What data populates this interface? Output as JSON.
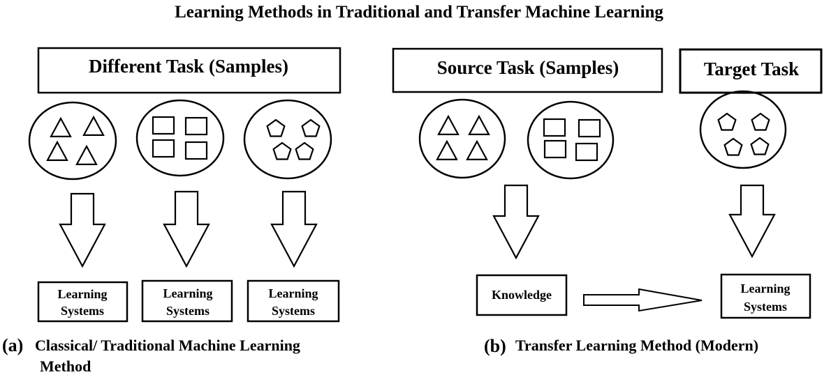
{
  "title": "Learning Methods in Traditional and Transfer Machine Learning",
  "panel_a": {
    "header": "Different Task (Samples)",
    "learning_boxes": [
      {
        "line1": "Learning",
        "line2": "Systems"
      },
      {
        "line1": "Learning",
        "line2": "Systems"
      },
      {
        "line1": "Learning",
        "line2": "Systems"
      }
    ],
    "caption_tag": "(a)",
    "caption_line1": "Classical/ Traditional Machine Learning",
    "caption_line2": "Method"
  },
  "panel_b": {
    "source_header": "Source Task (Samples)",
    "target_header": "Target Task",
    "knowledge_label": "Knowledge",
    "learning_box": {
      "line1": "Learning",
      "line2": "Systems"
    },
    "caption_tag": "(b)",
    "caption_text": "Transfer Learning Method (Modern)"
  },
  "icons": {
    "task_circle_shapes": [
      "triangle",
      "square",
      "pentagon",
      "triangle",
      "square",
      "pentagon"
    ],
    "arrow": "hollow-arrow-icon"
  },
  "colors": {
    "stroke": "#000000",
    "background": "#ffffff"
  }
}
